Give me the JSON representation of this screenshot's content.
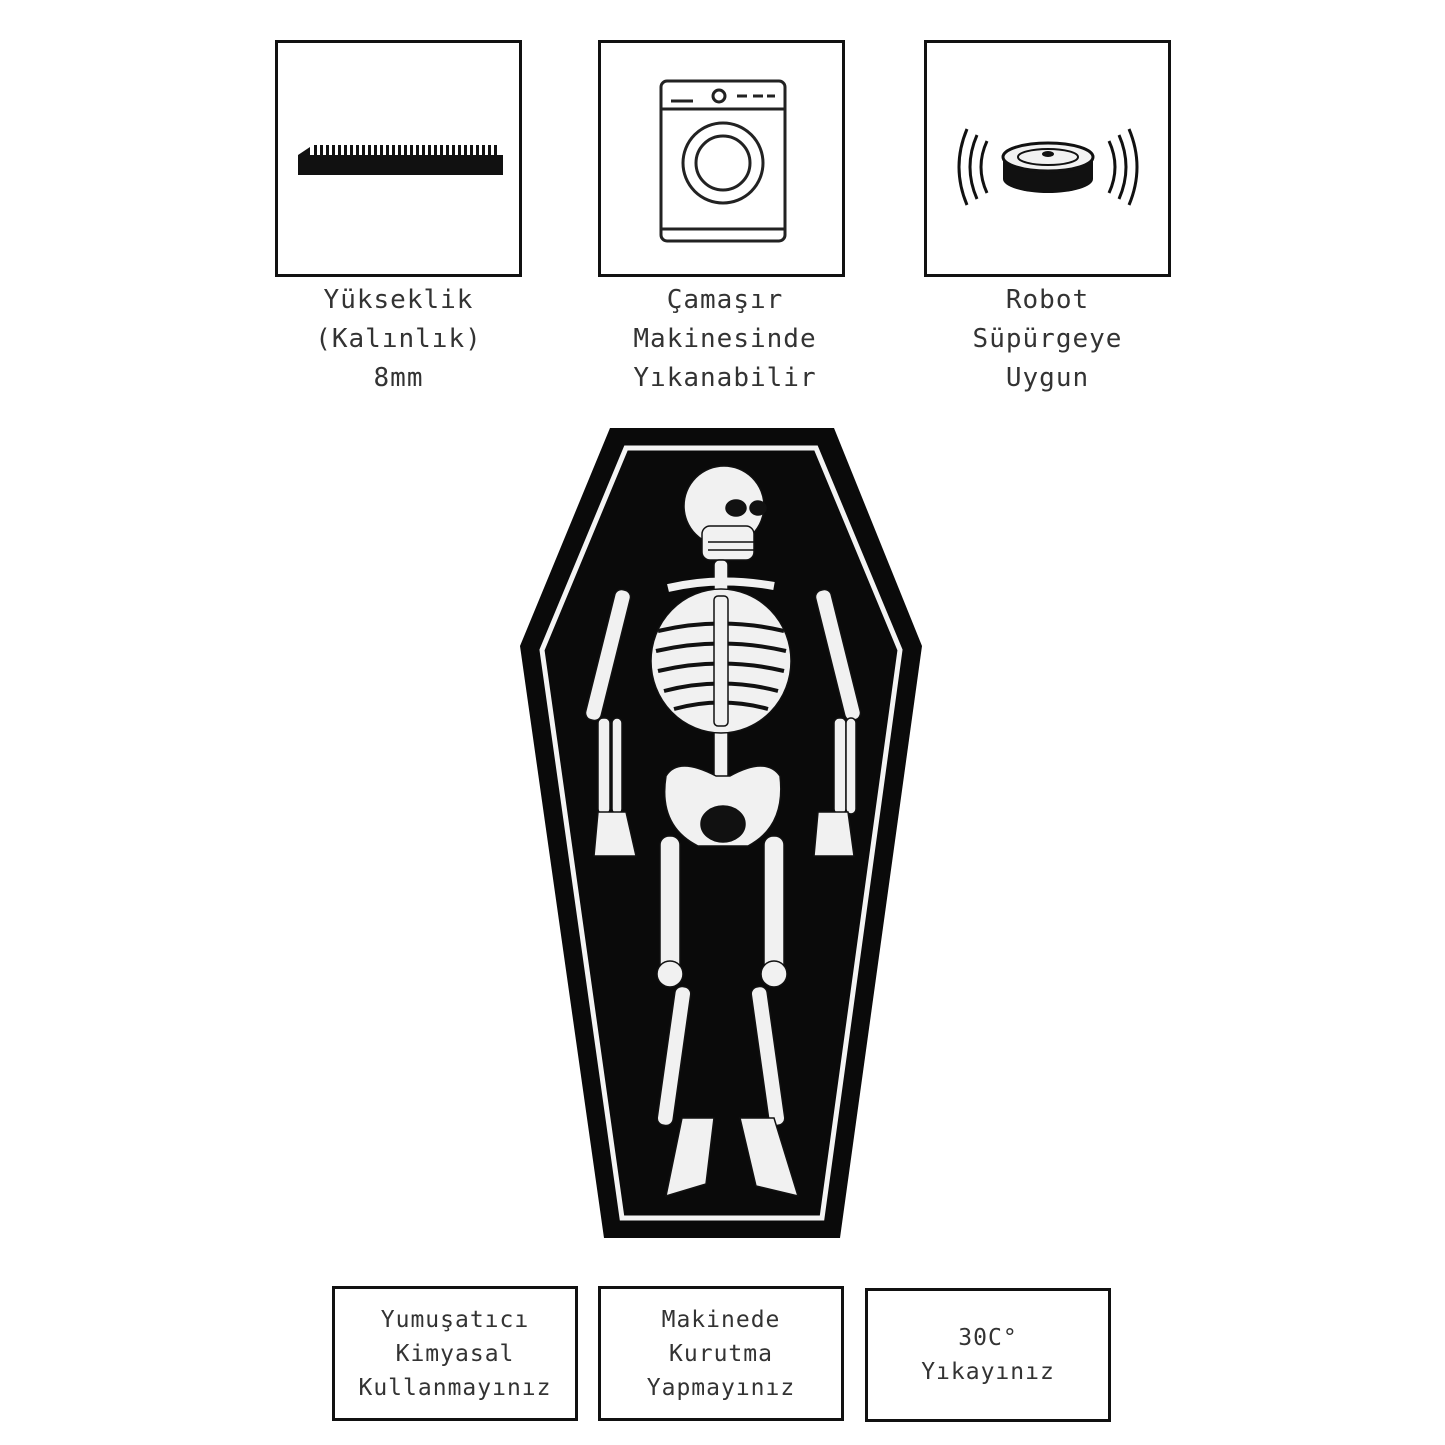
{
  "features": [
    {
      "icon": "carpet-pile-icon",
      "lines": [
        "Yükseklik",
        "(Kalınlık)",
        "8mm"
      ]
    },
    {
      "icon": "washing-machine-icon",
      "lines": [
        "Çamaşır",
        "Makinesinde",
        "Yıkanabilir"
      ]
    },
    {
      "icon": "robot-vacuum-icon",
      "lines": [
        "Robot",
        "Süpürgeye",
        "Uygun"
      ]
    }
  ],
  "product": {
    "image": "skeleton-coffin-rug"
  },
  "care": [
    {
      "lines": [
        "Yumuşatıcı",
        "Kimyasal",
        "Kullanmayınız"
      ]
    },
    {
      "lines": [
        "Makinede",
        "Kurutma",
        "Yapmayınız"
      ]
    },
    {
      "lines": [
        "30C°",
        "Yıkayınız"
      ]
    }
  ]
}
